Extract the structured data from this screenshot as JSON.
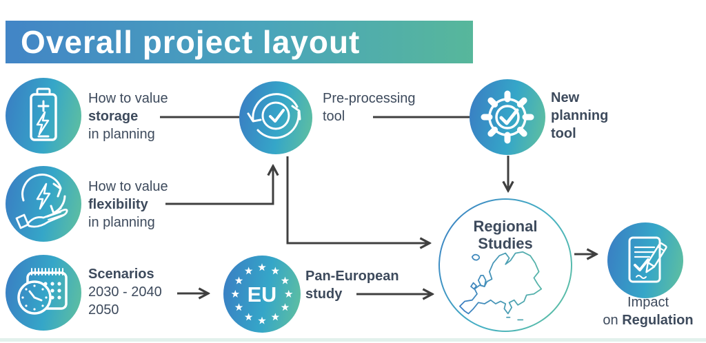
{
  "title": "Overall project layout",
  "colors": {
    "gradient_start": "#3a7cc3",
    "gradient_mid": "#35a6c8",
    "gradient_end": "#62c19d",
    "connector_line": "#3f3f3f",
    "text": "#3d4a5c",
    "banner_text": "#ffffff"
  },
  "nodes": {
    "storage": {
      "pre": "How to value",
      "bold": "storage",
      "post": "in planning"
    },
    "flexibility": {
      "pre": "How to value",
      "bold": "flexibility",
      "post": "in planning"
    },
    "scenarios": {
      "bold": "Scenarios",
      "line2": "2030 - 2040",
      "line3": "2050"
    },
    "preprocessing": {
      "line1": "Pre-processing",
      "line2": "tool"
    },
    "new_tool": {
      "line1": "New",
      "line2": "planning",
      "line3": "tool"
    },
    "eu": {
      "badge": "EU"
    },
    "pan_european": {
      "line1": "Pan-European",
      "line2": "study"
    },
    "regional": {
      "line1": "Regional",
      "line2": "Studies"
    },
    "impact": {
      "line1": "Impact",
      "line2_pre": "on ",
      "line2_bold": "Regulation"
    }
  },
  "icons": [
    "battery-icon",
    "hand-energy-icon",
    "calendar-clock-icon",
    "sync-check-icon",
    "gear-check-icon",
    "eu-stars-icon",
    "europe-map-icon",
    "document-pencil-icon"
  ]
}
